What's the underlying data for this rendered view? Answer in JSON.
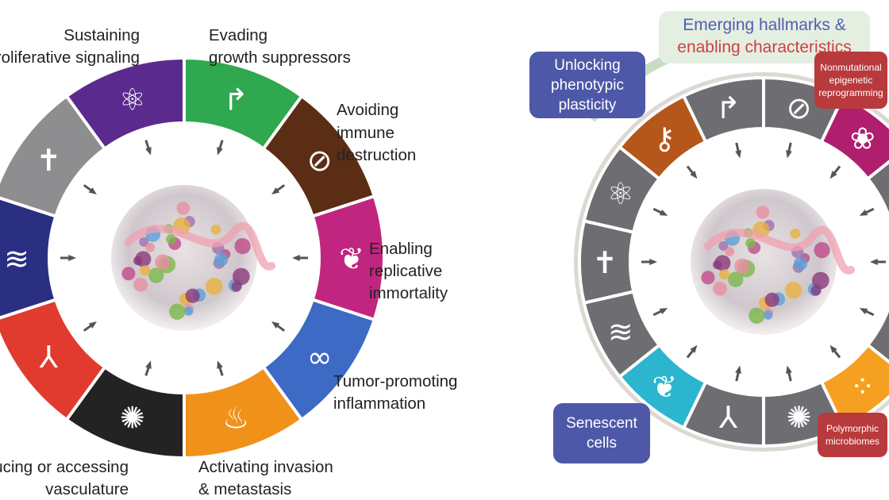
{
  "left_wheel": {
    "segments": [
      {
        "icon": "bent-arrow-icon",
        "glyph": "↱",
        "color": "#2fa84f"
      },
      {
        "icon": "no-entry-icon",
        "glyph": "⊘",
        "color": "#5a2d14"
      },
      {
        "icon": "immune-cell-icon",
        "glyph": "❦",
        "color": "#c0267f"
      },
      {
        "icon": "infinity-icon",
        "glyph": "∞",
        "color": "#3c6ac4"
      },
      {
        "icon": "flame-icon",
        "glyph": "♨",
        "color": "#f0921a"
      },
      {
        "icon": "metastasis-cell-icon",
        "glyph": "✺",
        "color": "#232323"
      },
      {
        "icon": "blood-vessel-icon",
        "glyph": "⅄",
        "color": "#e13a2e"
      },
      {
        "icon": "dna-icon",
        "glyph": "≋",
        "color": "#2b2f82"
      },
      {
        "icon": "cross-icon",
        "glyph": "✝",
        "color": "#8e8e90"
      },
      {
        "icon": "atom-icon",
        "glyph": "⚛",
        "color": "#5b2a8e"
      }
    ],
    "labels": {
      "proliferative": [
        "Sustaining",
        "proliferative signaling"
      ],
      "growth_suppressors": [
        "Evading",
        "growth suppressors"
      ],
      "immune": [
        "Avoiding",
        "immune",
        "destruction"
      ],
      "immortality": [
        "Enabling",
        "replicative",
        "immortality"
      ],
      "inflammation": [
        "Tumor-promoting",
        "inflammation"
      ],
      "invasion": [
        "Activating invasion",
        "& metastasis"
      ],
      "vasculature": [
        "Inducing or accessing",
        "vasculature"
      ]
    }
  },
  "right_wheel": {
    "segments": [
      {
        "icon": "no-entry-icon",
        "glyph": "⊘",
        "color": "#6e6e72"
      },
      {
        "icon": "epigenetic-icon",
        "glyph": "❀",
        "color": "#b01e6e"
      },
      {
        "icon": "immune-cell-icon",
        "glyph": "",
        "color": "#6e6e72"
      },
      {
        "icon": "infinity-icon",
        "glyph": "",
        "color": "#6e6e72"
      },
      {
        "icon": "flame-icon",
        "glyph": "",
        "color": "#6e6e72"
      },
      {
        "icon": "microbiome-icon",
        "glyph": "⁘",
        "color": "#f5a020"
      },
      {
        "icon": "metastasis-cell-icon",
        "glyph": "✺",
        "color": "#6e6e72"
      },
      {
        "icon": "blood-vessel-icon",
        "glyph": "⅄",
        "color": "#6e6e72"
      },
      {
        "icon": "leaf-icon",
        "glyph": "❦",
        "color": "#2bb5cf"
      },
      {
        "icon": "dna-icon",
        "glyph": "≋",
        "color": "#6e6e72"
      },
      {
        "icon": "cross-icon",
        "glyph": "✝",
        "color": "#6e6e72"
      },
      {
        "icon": "atom-icon",
        "glyph": "⚛",
        "color": "#6e6e72"
      },
      {
        "icon": "key-icon",
        "glyph": "⚷",
        "color": "#b5561a"
      },
      {
        "icon": "bent-arrow-icon",
        "glyph": "↱",
        "color": "#6e6e72"
      }
    ],
    "title": {
      "line1": "Emerging hallmarks &",
      "line2": "enabling characteristics",
      "color1": "#4f5fae",
      "color2": "#cf4040"
    },
    "boxes": {
      "plasticity": [
        "Unlocking",
        "phenotypic",
        "plasticity"
      ],
      "senescent": [
        "Senescent",
        "cells"
      ],
      "epigenetic": [
        "Nonmutational",
        "epigenetic",
        "reprogramming"
      ],
      "microbiomes": [
        "Polymorphic",
        "microbiomes"
      ]
    },
    "box_colors": {
      "blue": "#4d58a8",
      "red": "#b93a3c"
    }
  }
}
